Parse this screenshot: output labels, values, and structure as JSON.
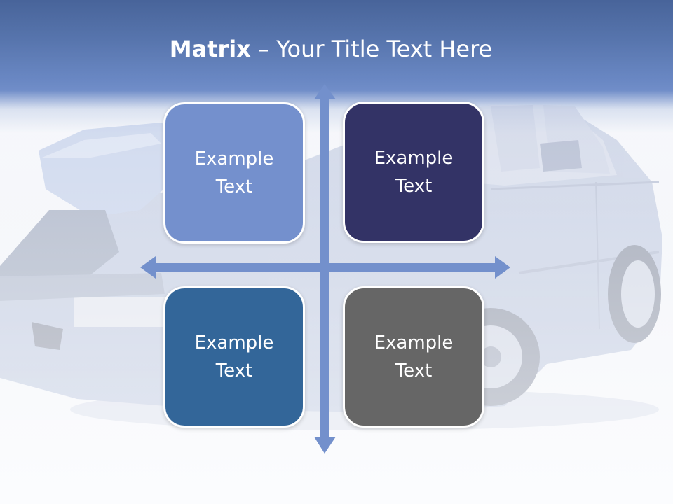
{
  "slide": {
    "title_bold": "Matrix",
    "title_rest": " – Your Title Text Here"
  },
  "matrix": {
    "cells": [
      {
        "label": "Example\nText",
        "color": "#7490cd"
      },
      {
        "label": "Example\nText",
        "color": "#333366"
      },
      {
        "label": "Example\nText",
        "color": "#336699"
      },
      {
        "label": "Example\nText",
        "color": "#666666"
      }
    ],
    "arrow_color": "#7390cc"
  }
}
